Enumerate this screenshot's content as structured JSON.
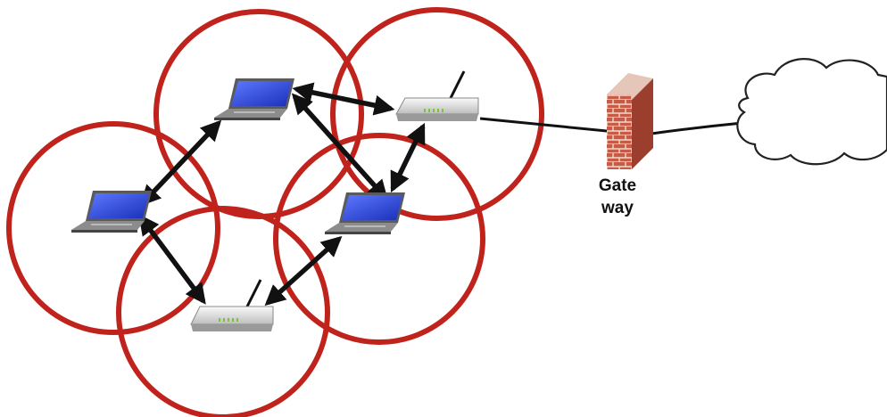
{
  "diagram": {
    "type": "wireless mesh network",
    "gateway_label": [
      "Gate",
      "way"
    ],
    "colors": {
      "range_circle": "#c0231c",
      "laptop_screen": "#2d44d8",
      "laptop_body": "#7f7f7f",
      "router_body": "#e4e4e4",
      "router_led": "#7cc242",
      "firewall_brick": "#c05a45",
      "arrow": "#111111",
      "cloud_fill": "#ffffff",
      "cloud_stroke": "#222222"
    },
    "nodes": [
      {
        "id": "laptop-top",
        "kind": "laptop",
        "icon": "laptop-icon"
      },
      {
        "id": "laptop-left",
        "kind": "laptop",
        "icon": "laptop-icon"
      },
      {
        "id": "laptop-right",
        "kind": "laptop",
        "icon": "laptop-icon"
      },
      {
        "id": "router-top",
        "kind": "router",
        "icon": "router-icon"
      },
      {
        "id": "router-bottom",
        "kind": "router",
        "icon": "router-icon"
      },
      {
        "id": "gateway",
        "kind": "firewall",
        "icon": "firewall-icon"
      },
      {
        "id": "internet",
        "kind": "cloud",
        "icon": "cloud-icon"
      }
    ],
    "wireless_links": [
      [
        "laptop-top",
        "router-top"
      ],
      [
        "laptop-top",
        "laptop-left"
      ],
      [
        "laptop-top",
        "laptop-right"
      ],
      [
        "router-top",
        "laptop-right"
      ],
      [
        "laptop-left",
        "router-bottom"
      ],
      [
        "laptop-right",
        "router-bottom"
      ]
    ],
    "wired_links": [
      [
        "router-top",
        "gateway"
      ],
      [
        "gateway",
        "internet"
      ]
    ]
  }
}
